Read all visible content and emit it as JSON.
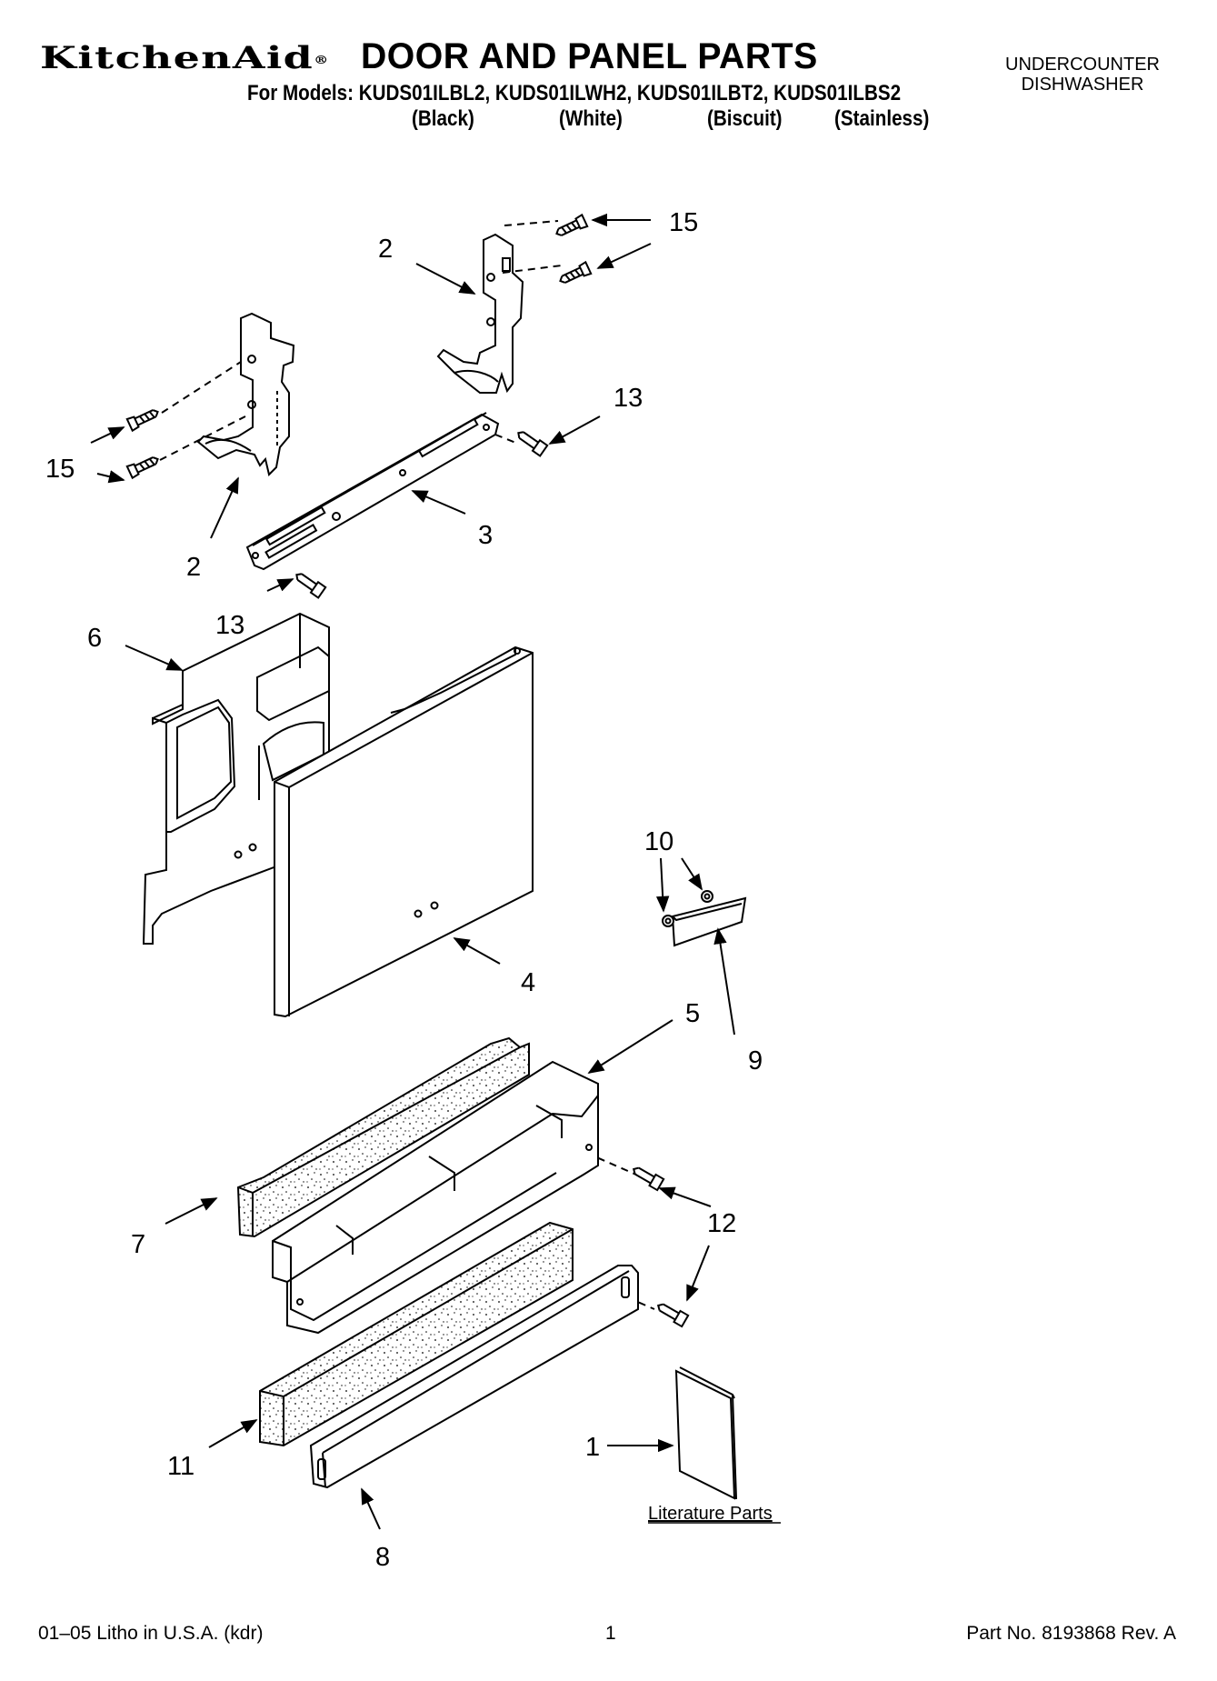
{
  "header": {
    "brand": "KitchenAid",
    "brand_mark": "®",
    "title": "DOOR AND PANEL PARTS",
    "models_line": "For Models: KUDS01ILBL2, KUDS01ILWH2, KUDS01ILBT2, KUDS01ILBS2",
    "colors": [
      "(Black)",
      "(White)",
      "(Biscuit)",
      "(Stainless)"
    ],
    "appliance_line1": "UNDERCOUNTER",
    "appliance_line2": "DISHWASHER"
  },
  "diagram": {
    "callouts": [
      "15",
      "2",
      "13",
      "15",
      "2",
      "3",
      "13",
      "6",
      "10",
      "4",
      "9",
      "5",
      "12",
      "7",
      "12",
      "11",
      "1",
      "8"
    ],
    "literature_label": "Literature Parts"
  },
  "footer": {
    "litho": "01–05 Litho in U.S.A. (kdr)",
    "page": "1",
    "part_no": "Part No. 8193868 Rev. A"
  }
}
